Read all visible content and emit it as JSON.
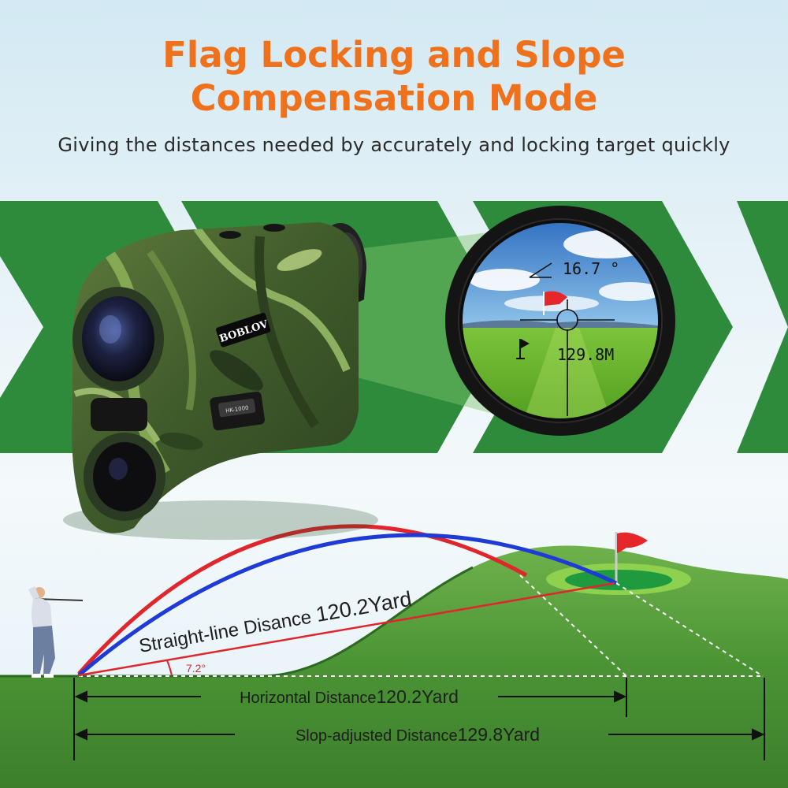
{
  "header": {
    "title_line1": "Flag Locking and Slope",
    "title_line2": "Compensation Mode",
    "subtitle": "Giving the distances needed by accurately and locking target quickly"
  },
  "device": {
    "brand": "BOBLOV",
    "model": "HK-1000"
  },
  "eyepiece": {
    "angle_reading": "16.7 °",
    "distance_reading": "129.8M"
  },
  "diagram": {
    "straight_line_label": "Straight-line Disance",
    "straight_line_value": "120.2Yard",
    "angle_label": "7.2°",
    "horizontal_label": "Horizontal Distance",
    "horizontal_value": "120.2Yard",
    "slope_label": "Slop-adjusted Distance",
    "slope_value": "129.8Yard"
  },
  "colors": {
    "title": "#f0711c",
    "band_green": "#2e8b3c",
    "arc_red": "#e0252c",
    "arc_blue": "#1f3bd6",
    "hill_green": "#4f9a3a",
    "flag_red": "#e5262a"
  },
  "icons": [
    "golfer-icon",
    "flag-icon",
    "crosshair-icon",
    "flag-lock-icon"
  ]
}
